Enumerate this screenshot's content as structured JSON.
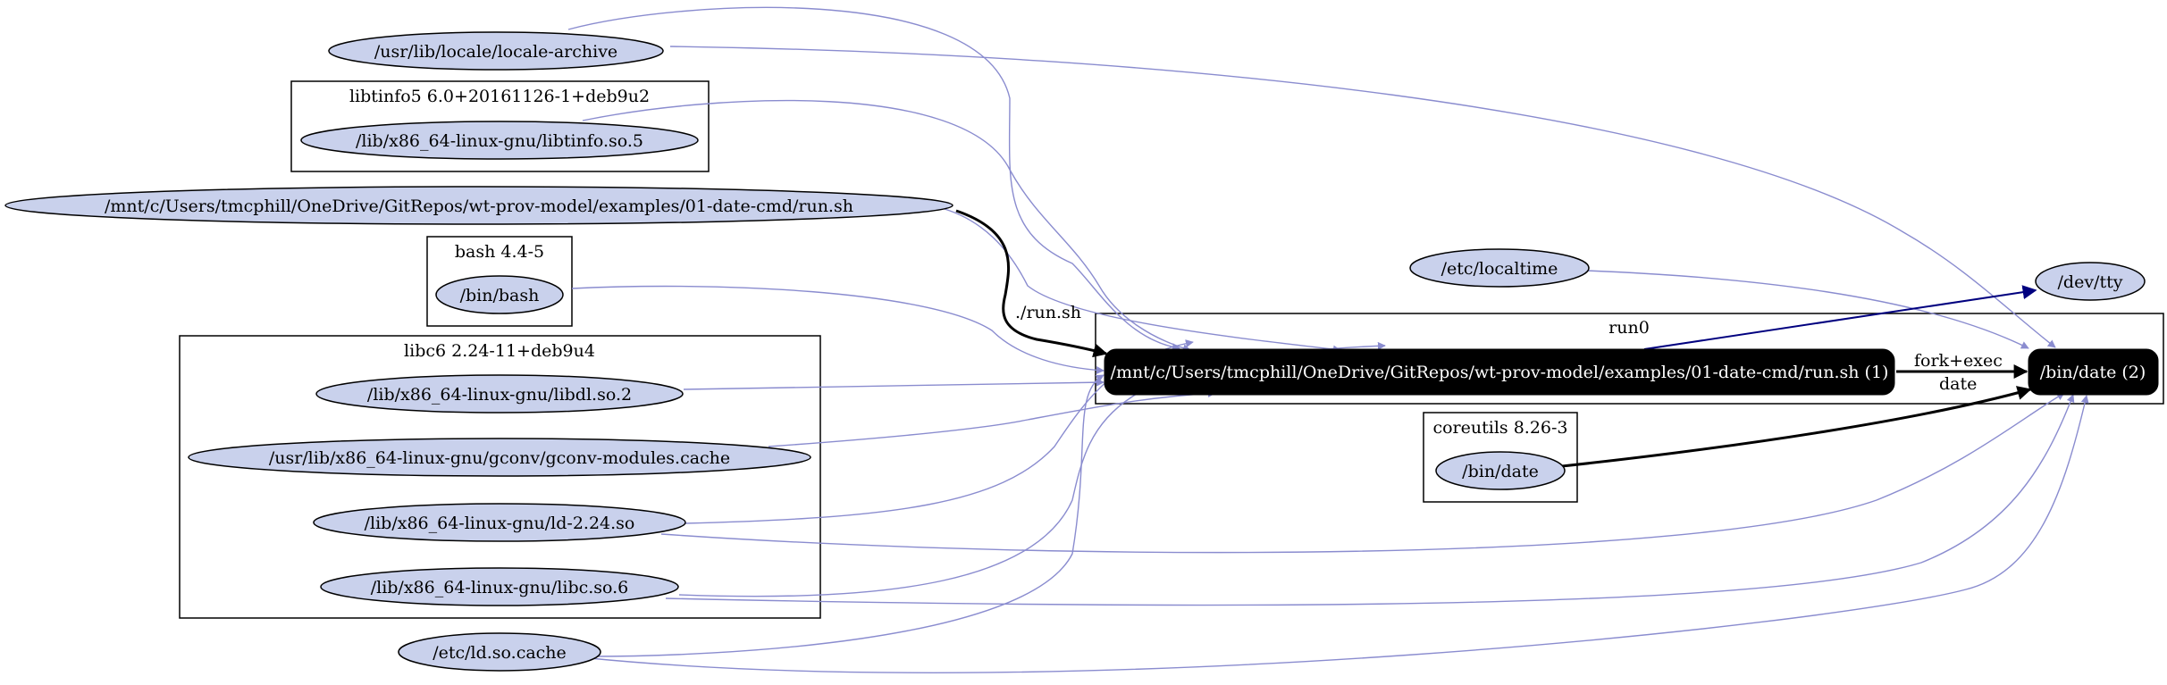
{
  "clusters": {
    "libtinfo": "libtinfo5 6.0+20161126-1+deb9u2",
    "bash": "bash 4.4-5",
    "libc": "libc6 2.24-11+deb9u4",
    "run0": "run0",
    "coreutils": "coreutils 8.26-3"
  },
  "files": {
    "locale_archive": "/usr/lib/locale/locale-archive",
    "libtinfo": "/lib/x86_64-linux-gnu/libtinfo.so.5",
    "run_sh": "/mnt/c/Users/tmcphill/OneDrive/GitRepos/wt-prov-model/examples/01-date-cmd/run.sh",
    "bin_bash": "/bin/bash",
    "libdl": "/lib/x86_64-linux-gnu/libdl.so.2",
    "gconv": "/usr/lib/x86_64-linux-gnu/gconv/gconv-modules.cache",
    "ld": "/lib/x86_64-linux-gnu/ld-2.24.so",
    "libc": "/lib/x86_64-linux-gnu/libc.so.6",
    "ld_cache": "/etc/ld.so.cache",
    "localtime": "/etc/localtime",
    "dev_tty": "/dev/tty",
    "bin_date": "/bin/date"
  },
  "processes": {
    "p1": "/mnt/c/Users/tmcphill/OneDrive/GitRepos/wt-prov-model/examples/01-date-cmd/run.sh (1)",
    "p2": "/bin/date (2)"
  },
  "edge_labels": {
    "run_sh": "./run.sh",
    "fork_exec": "fork+exec",
    "date": "date"
  },
  "colors": {
    "file_fill": "#c9d1ec",
    "process_fill": "#000000",
    "read_edge": "#8a8ccf",
    "write_edge": "#00007f"
  }
}
